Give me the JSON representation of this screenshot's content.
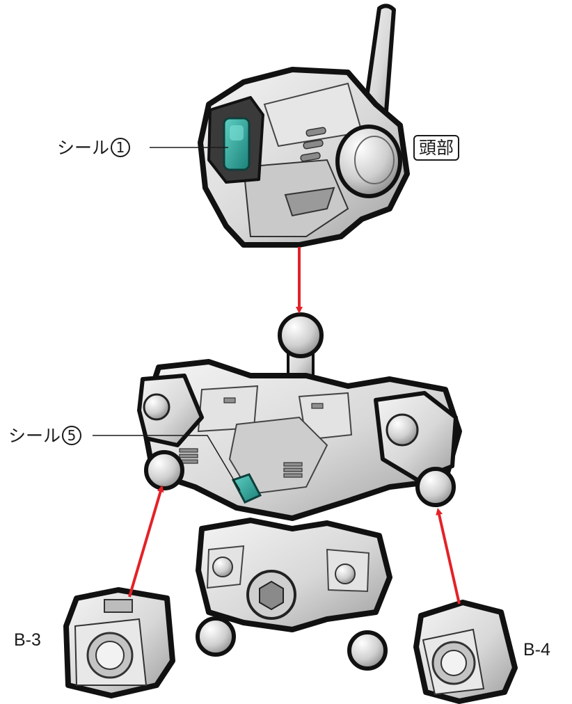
{
  "labels": {
    "seal_1": {
      "text": "シール",
      "number": "1"
    },
    "seal_5": {
      "text": "シール",
      "number": "5"
    },
    "head": "頭部",
    "part_left": "B-3",
    "part_right": "B-4"
  },
  "colors": {
    "arrow": "#e32228",
    "seal": "#2aa39a",
    "outline": "#111111",
    "body": "#d6d6d6",
    "shade": "#a9a9a9"
  }
}
